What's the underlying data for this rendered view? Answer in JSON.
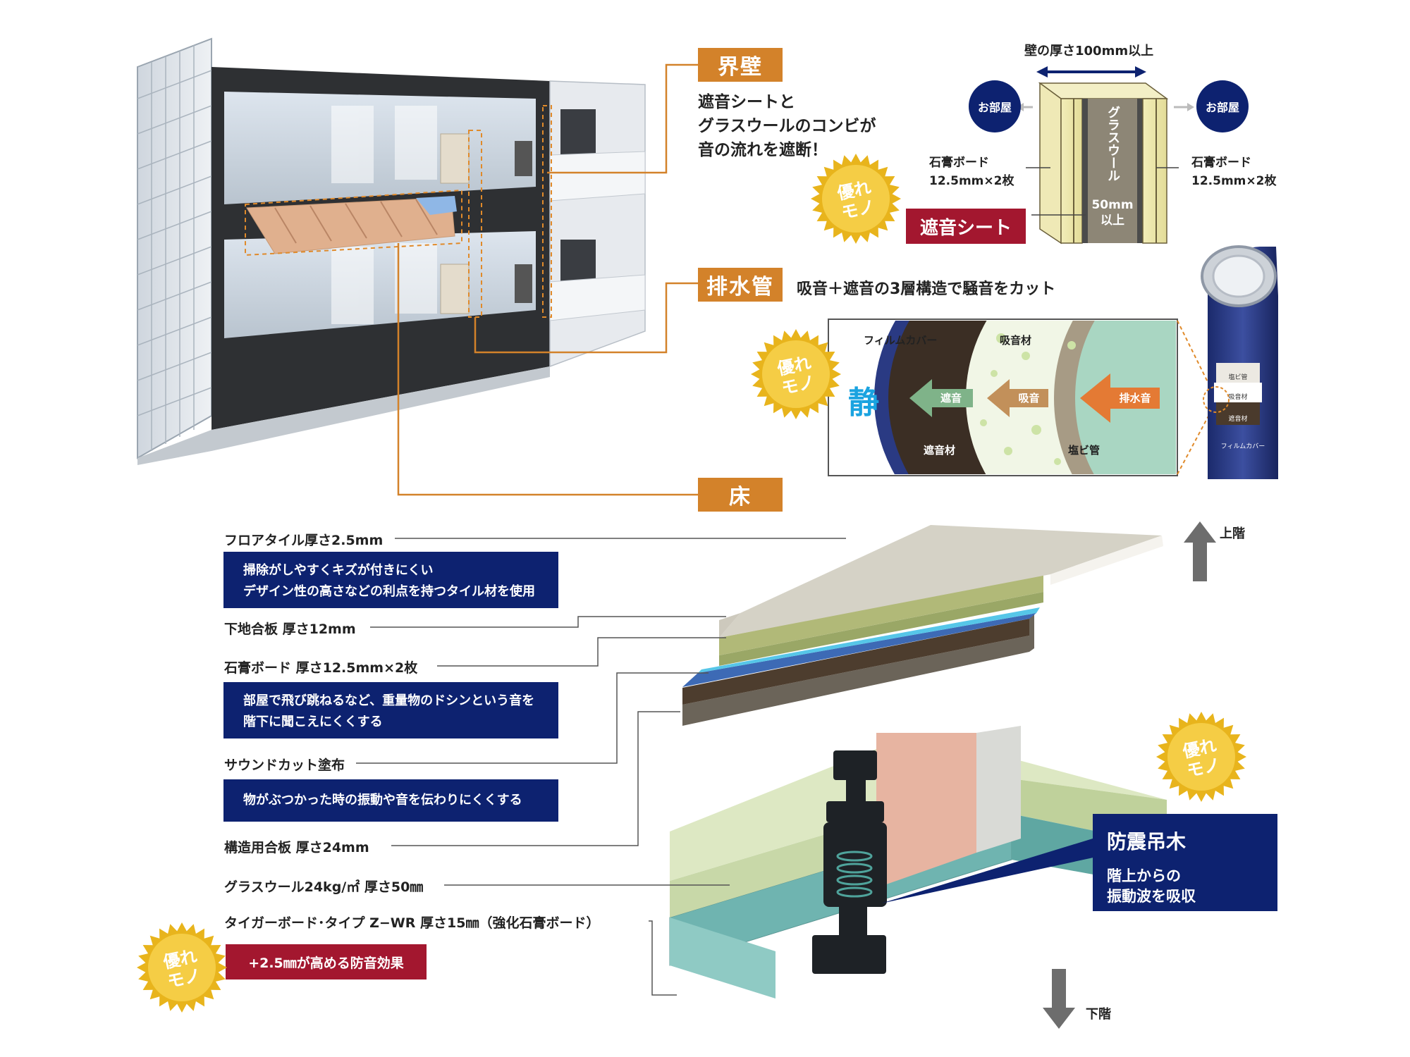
{
  "colors": {
    "accent_orange": "#d3822a",
    "navy": "#0d2270",
    "crimson": "#a3172f",
    "gold": "#e8b41c"
  },
  "badge_text": [
    "優れ",
    "モノ"
  ],
  "sections": {
    "wall": {
      "tag": "界壁",
      "desc": [
        "遮音シートと",
        "グラスウールのコンビが",
        "音の流れを遮断！"
      ],
      "thickness_label": "壁の厚さ100mm以上",
      "room_left": "お部屋",
      "room_right": "お部屋",
      "board_left": [
        "石膏ボード",
        "12.5mm×2枚"
      ],
      "board_right": [
        "石膏ボード",
        "12.5mm×2枚"
      ],
      "core_label": "グラスウール",
      "core_dims": [
        "50mm",
        "以上"
      ],
      "sheet_label": "遮音シート"
    },
    "pipe": {
      "tag": "排水管",
      "desc": "吸音＋遮音の3層構造で騒音をカット",
      "film_label": "フィルムカバー",
      "absorb_material": "吸音材",
      "quiet_char": "静",
      "arrow_block": "遮音",
      "arrow_absorb": "吸音",
      "arrow_drain": "排水音",
      "block_material": "遮音材",
      "pvc_label": "塩ビ管",
      "pipe_layers": [
        "塩ビ管",
        "吸音材",
        "遮音材",
        "フィルムカバー"
      ]
    },
    "floor": {
      "tag": "床",
      "upstairs": "上階",
      "downstairs": "下階",
      "layers": [
        {
          "label": "フロアタイル厚さ2.5mm",
          "note": [
            "掃除がしやすくキズが付きにくい",
            "デザイン性の高さなどの利点を持つタイル材を使用"
          ]
        },
        {
          "label": "下地合板 厚さ12mm"
        },
        {
          "label": "石膏ボード 厚さ12.5mm×2枚",
          "note": [
            "部屋で飛び跳ねるなど、重量物のドシンという音を",
            "階下に聞こえにくくする"
          ]
        },
        {
          "label": "サウンドカット塗布",
          "note": [
            "物がぶつかった時の振動や音を伝わりにくくする"
          ]
        },
        {
          "label": "構造用合板 厚さ24mm"
        },
        {
          "label": "グラスウール24kg/㎡ 厚さ50㎜"
        },
        {
          "label": "タイガーボード･タイプ Z−WR 厚さ15㎜（強化石膏ボード）"
        }
      ],
      "tiger_note": "+2.5㎜が高める防音効果",
      "hanger_title": "防震吊木",
      "hanger_desc": [
        "階上からの",
        "振動波を吸収"
      ]
    }
  }
}
